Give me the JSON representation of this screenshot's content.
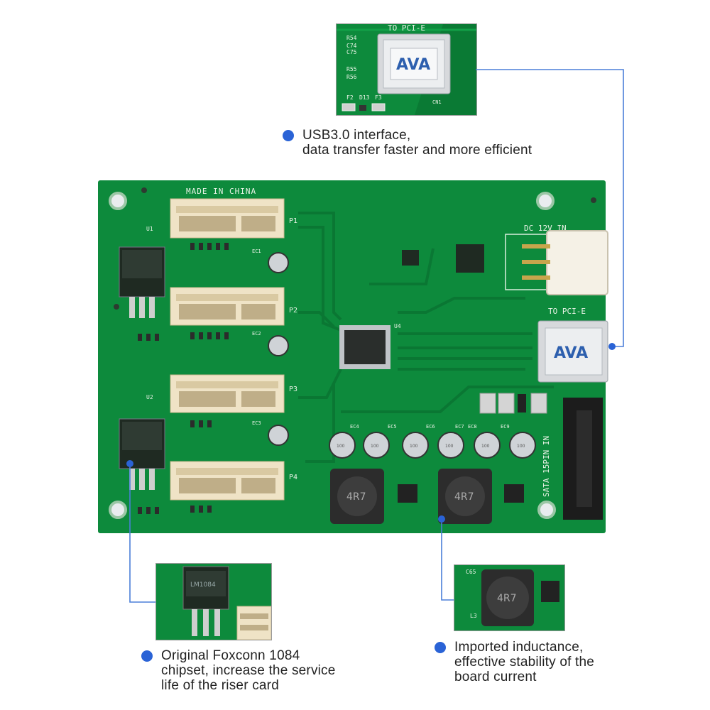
{
  "colors": {
    "pcb": "#0d8a3c",
    "pcb_dark": "#07622a",
    "accent": "#2a63d6",
    "leader_line": "#4b7fd8"
  },
  "board": {
    "made_in": "MADE IN CHINA",
    "slots": [
      "P1",
      "P2",
      "P3",
      "P4"
    ],
    "dc_label": "DC 12V IN",
    "pcie_label": "TO PCI-E",
    "sata_label": "SATA 15PIN IN",
    "inductor_marking": "4R7",
    "regulators": [
      "U1",
      "U2"
    ],
    "chip_label": "U4",
    "capacitor_marking": "100",
    "capacitors": [
      "EC1",
      "EC2",
      "EC3",
      "EC4",
      "EC5",
      "EC6",
      "EC7",
      "EC8",
      "EC9"
    ]
  },
  "usb_inset": {
    "header": "TO PCI-E",
    "refs": [
      "R54",
      "C74",
      "C75",
      "R55",
      "R56",
      "F2",
      "D13",
      "F3",
      "CN1"
    ]
  },
  "inductor_inset": {
    "refs": [
      "C65",
      "L3"
    ],
    "marking": "4R7"
  },
  "regulator_inset": {
    "marking": "LM1084"
  },
  "callouts": {
    "usb": "USB3.0 interface,\ndata transfer faster and more efficient",
    "chipset": "Original Foxconn 1084\nchipset, increase the service\nlife of the riser card",
    "inductance": "Imported inductance,\neffective stability of the\nboard current"
  }
}
